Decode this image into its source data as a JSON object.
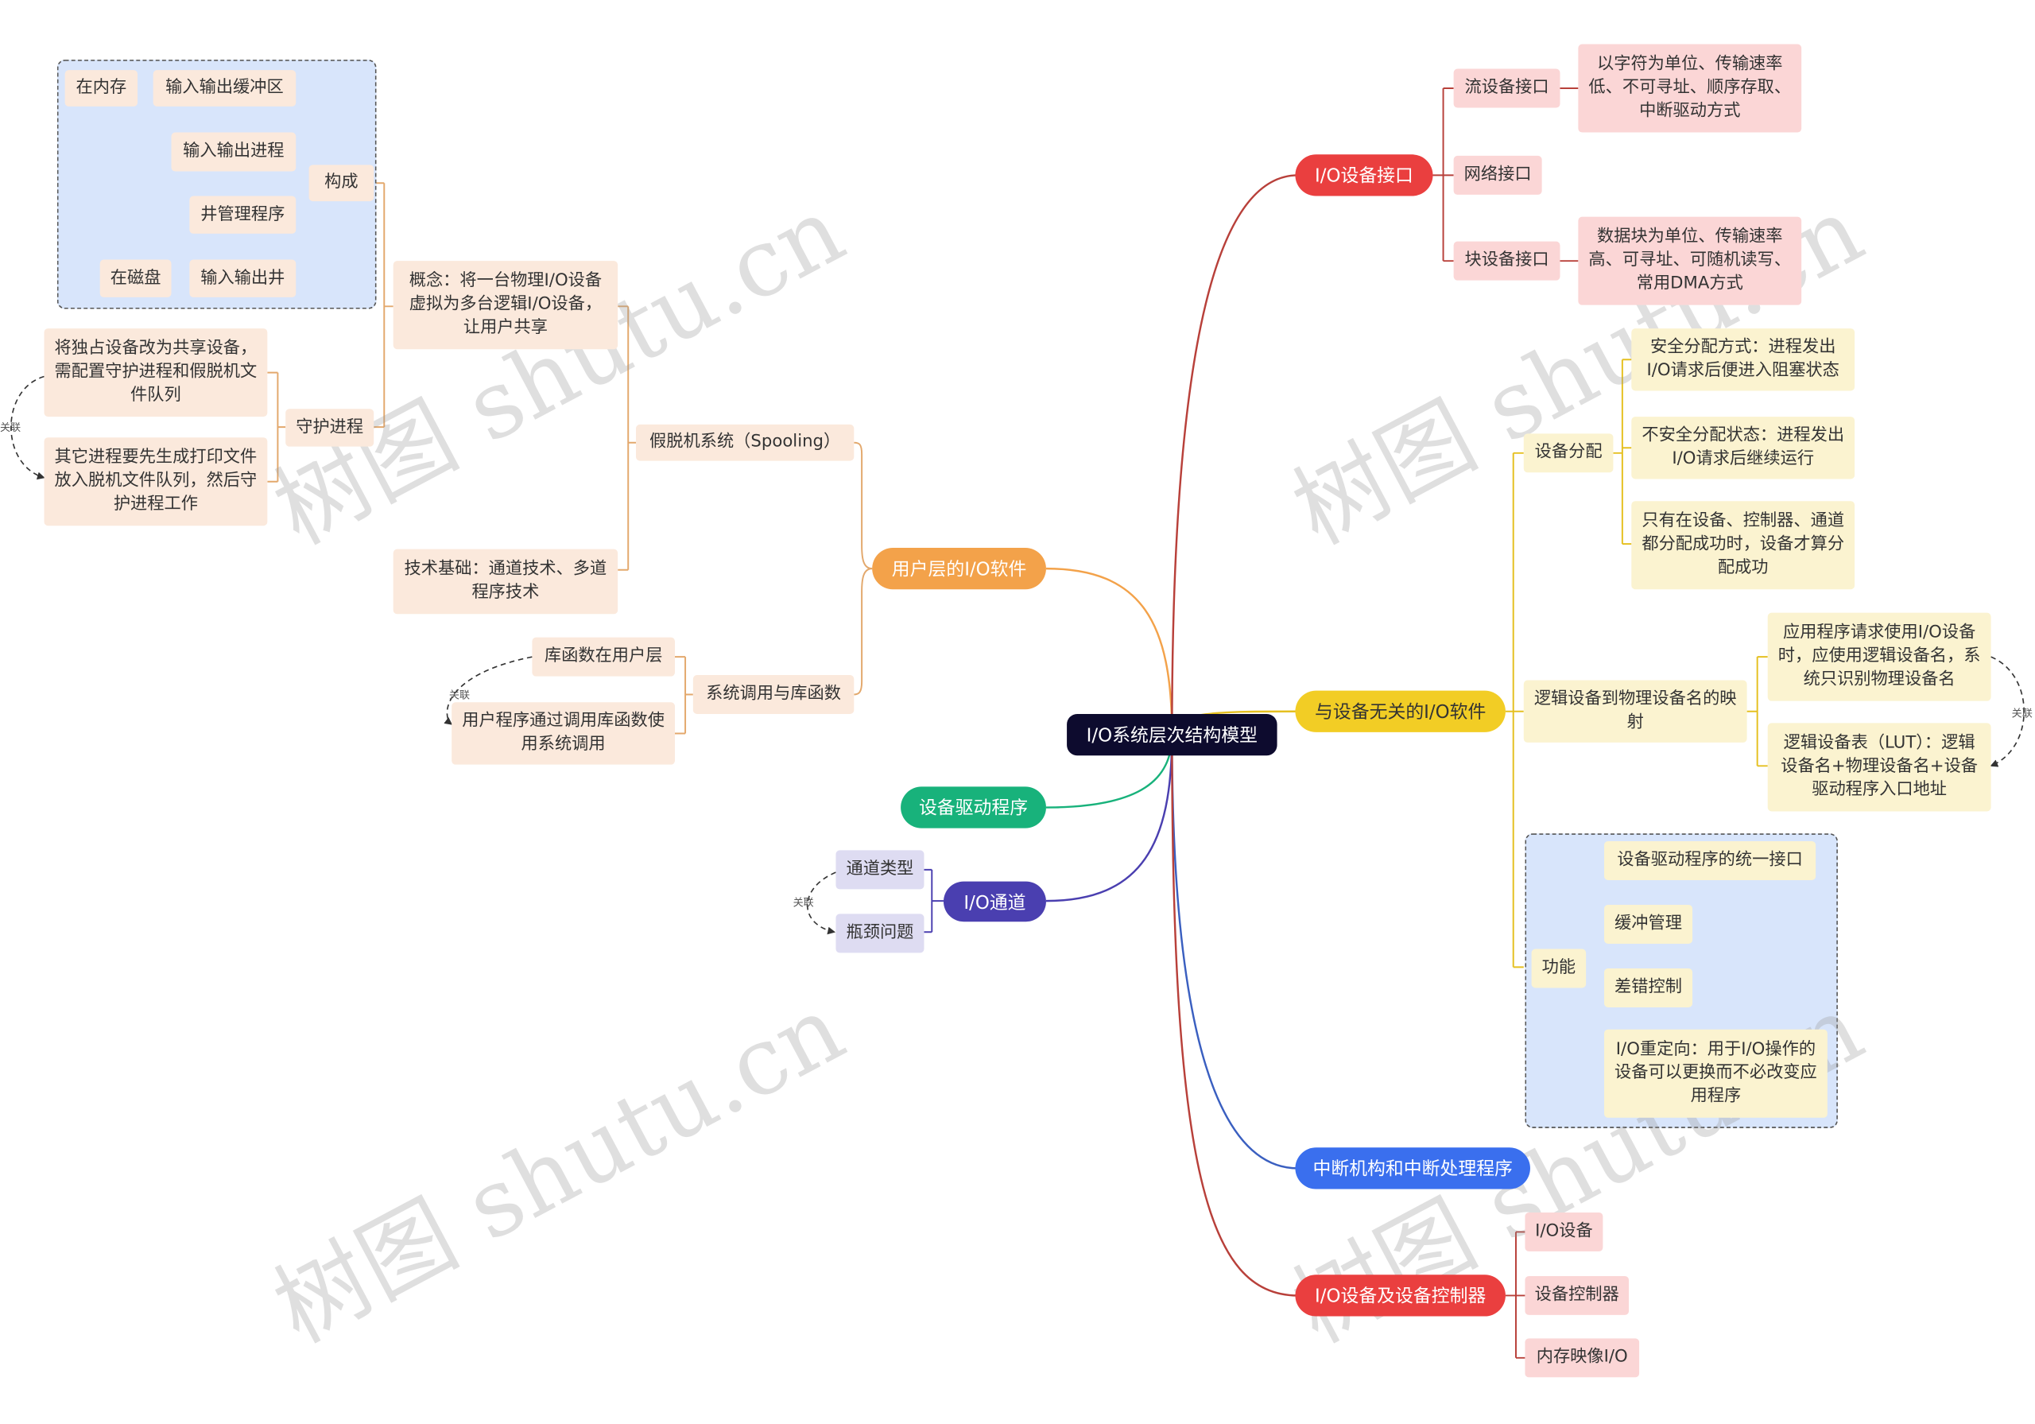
{
  "colors": {
    "root": "#0d0b2e",
    "user_layer": "#f3a24a",
    "driver": "#18b27b",
    "channel": "#4a3fb0",
    "io_interface": "#ea3f3f",
    "device_independent": "#f2cd25",
    "interrupt": "#3a6fee",
    "controller": "#ea3f3f"
  },
  "root": "I/O系统层次结构模型",
  "user_layer": {
    "label": "用户层的I/O软件",
    "spooling": {
      "label": "假脱机系统（Spooling）",
      "concept": "概念：将一台物理I/O设备虚拟为多台逻辑I/O设备，让用户共享",
      "composition": {
        "label": "构成",
        "buffer": "输入输出缓冲区",
        "in_memory": "在内存",
        "process": "输入输出进程",
        "well_manager": "井管理程序",
        "well": "输入输出井",
        "on_disk": "在磁盘"
      },
      "daemon": {
        "label": "守护进程",
        "item1": "将独占设备改为共享设备，需配置守护进程和假脱机文件队列",
        "item2": "其它进程要先生成打印文件放入脱机文件队列，然后守护进程工作"
      },
      "tech": "技术基础：通道技术、多道程序技术"
    },
    "syscall": {
      "label": "系统调用与库函数",
      "item1": "库函数在用户层",
      "item2": "用户程序通过调用库函数使用系统调用"
    }
  },
  "driver": "设备驱动程序",
  "channel": {
    "label": "I/O通道",
    "type": "通道类型",
    "bottleneck": "瓶颈问题"
  },
  "io_interface": {
    "label": "I/O设备接口",
    "stream": "流设备接口",
    "stream_desc": "以字符为单位、传输速率低、不可寻址、顺序存取、中断驱动方式",
    "network": "网络接口",
    "block": "块设备接口",
    "block_desc": "数据块为单位、传输速率高、可寻址、可随机读写、常用DMA方式"
  },
  "device_independent": {
    "label": "与设备无关的I/O软件",
    "allocation": {
      "label": "设备分配",
      "safe": "安全分配方式：进程发出I/O请求后便进入阻塞状态",
      "unsafe": "不安全分配状态：进程发出I/O请求后继续运行",
      "success": "只有在设备、控制器、通道都分配成功时，设备才算分配成功"
    },
    "mapping": {
      "label": "逻辑设备到物理设备名的映射",
      "item1": "应用程序请求使用I/O设备时，应使用逻辑设备名，系统只识别物理设备名",
      "item2": "逻辑设备表（LUT）：逻辑设备名+物理设备名+设备驱动程序入口地址"
    },
    "function": {
      "label": "功能",
      "item1": "设备驱动程序的统一接口",
      "item2": "缓冲管理",
      "item3": "差错控制",
      "item4": "I/O重定向：用于I/O操作的设备可以更换而不必改变应用程序"
    }
  },
  "interrupt": "中断机构和中断处理程序",
  "controller": {
    "label": "I/O设备及设备控制器",
    "item1": "I/O设备",
    "item2": "设备控制器",
    "item3": "内存映像I/O"
  },
  "relation_label": "关联",
  "watermark": "树图 shutu.cn"
}
